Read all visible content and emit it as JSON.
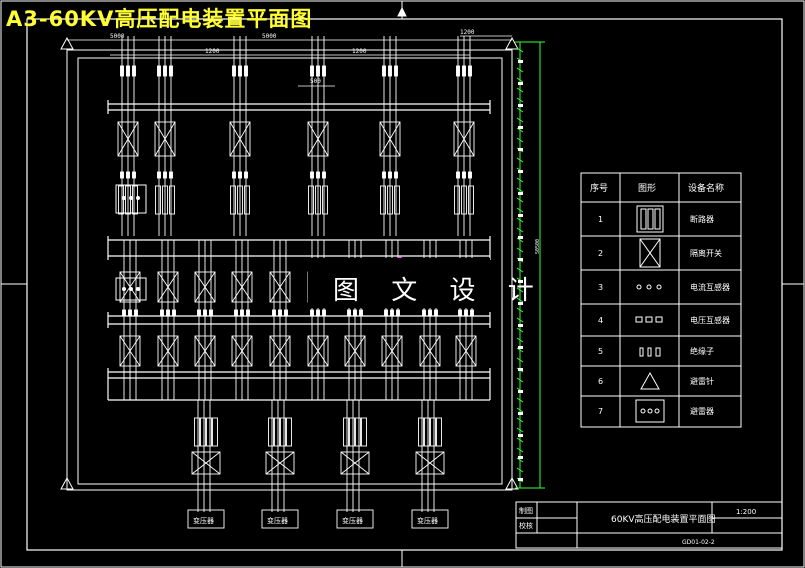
{
  "title": "A3-60KV高压配电装置平面图",
  "overlay_text": "图 文 设 计",
  "dimensions": {
    "top_left": "5000",
    "top_mid": "5000",
    "top_a": "1200",
    "top_b": "1200",
    "top_right": "1200",
    "inner": "500",
    "right_total": "50500"
  },
  "transformer_label": "变压器",
  "legend": {
    "headers": [
      "序号",
      "图形",
      "设备名称"
    ],
    "rows": [
      {
        "no": "1",
        "symbol": "breaker-icon",
        "name": "断路器"
      },
      {
        "no": "2",
        "symbol": "disconnect-switch-icon",
        "name": "隔离开关"
      },
      {
        "no": "3",
        "symbol": "current-transformer-icon",
        "name": "电流互感器"
      },
      {
        "no": "4",
        "symbol": "voltage-transformer-icon",
        "name": "电压互感器"
      },
      {
        "no": "5",
        "symbol": "insulator-icon",
        "name": "绝缘子"
      },
      {
        "no": "6",
        "symbol": "arrester-icon",
        "name": "避雷针"
      },
      {
        "no": "7",
        "symbol": "arrester-device-icon",
        "name": "避雷器"
      }
    ]
  },
  "title_block": {
    "label_draw": "制图",
    "label_check": "校核",
    "drawing_name": "60KV高压配电装置平面图",
    "scale": "1:200",
    "drawing_no": "GD01-02-2"
  },
  "colors": {
    "background": "#000000",
    "lines": "#ffffff",
    "dimension": "#33ff33",
    "title": "#ffff33",
    "marker": "#ff33ff"
  }
}
